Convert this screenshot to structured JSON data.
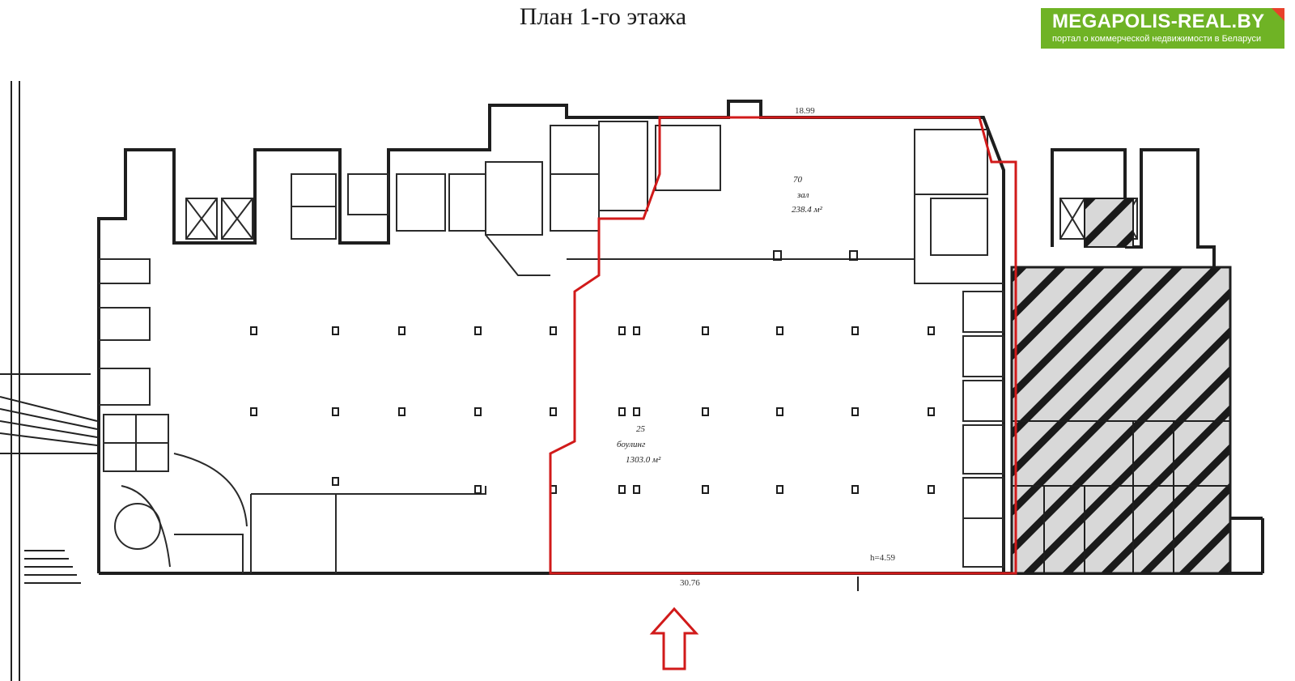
{
  "title": "План 1-го этажа",
  "logo": {
    "name": "MEGAPOLIS-REAL.BY",
    "tagline": "портал о коммерческой недвижимости в Беларуси",
    "colors": {
      "background": "#6fb325",
      "corner": "#e8412b",
      "text": "#ffffff"
    }
  },
  "highlight": {
    "color": "#d11a1a",
    "arrow_color": "#d11a1a"
  },
  "hatch": {
    "color": "#1a1a1a",
    "fill": "#d8d8d8"
  },
  "labels": {
    "main_room_number": "25",
    "main_room_name": "боулинг",
    "main_room_area": "1303.0 м²",
    "hall_number": "70",
    "hall_name": "зал",
    "hall_area": "238.4 м²",
    "bottom_dim": "30.76",
    "top_dim": "18.99",
    "height_mark": "h=4.59"
  }
}
